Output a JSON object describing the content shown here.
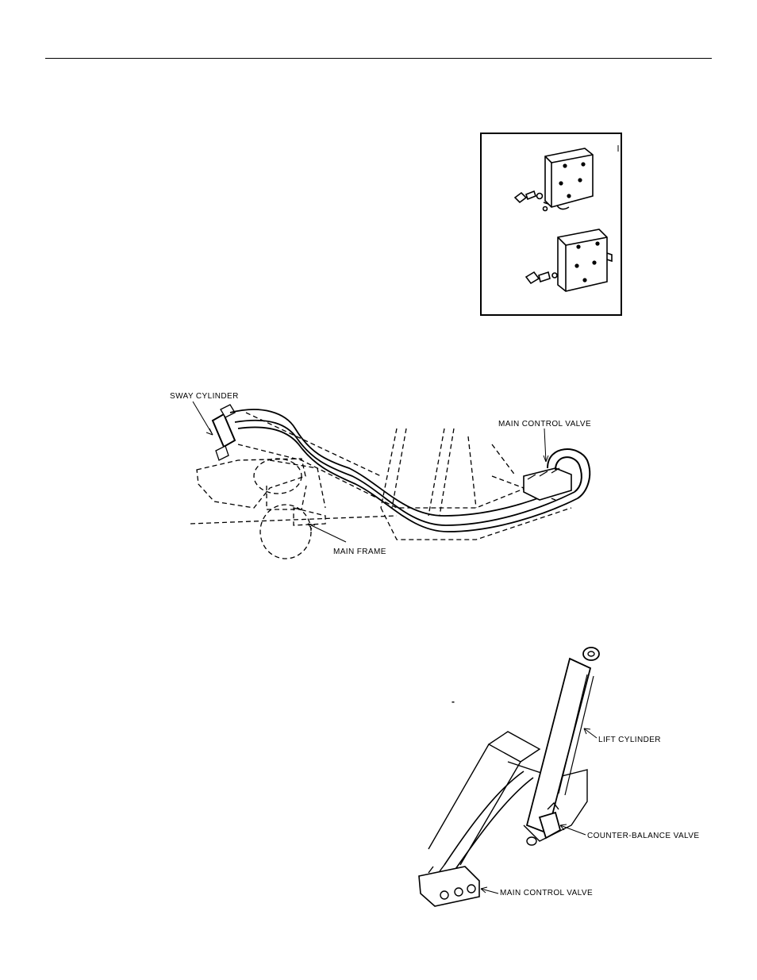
{
  "figure_1": {
    "labels": {
      "sway_cylinder": "SWAY CYLINDER",
      "main_control_valve": "MAIN CONTROL VALVE",
      "main_frame": "MAIN FRAME"
    }
  },
  "figure_2": {
    "labels": {
      "lift_cylinder": "LIFT CYLINDER",
      "counter_balance_valve": "COUNTER-BALANCE VALVE",
      "main_control_valve": "MAIN CONTROL VALVE"
    }
  },
  "stray_mark": "-"
}
